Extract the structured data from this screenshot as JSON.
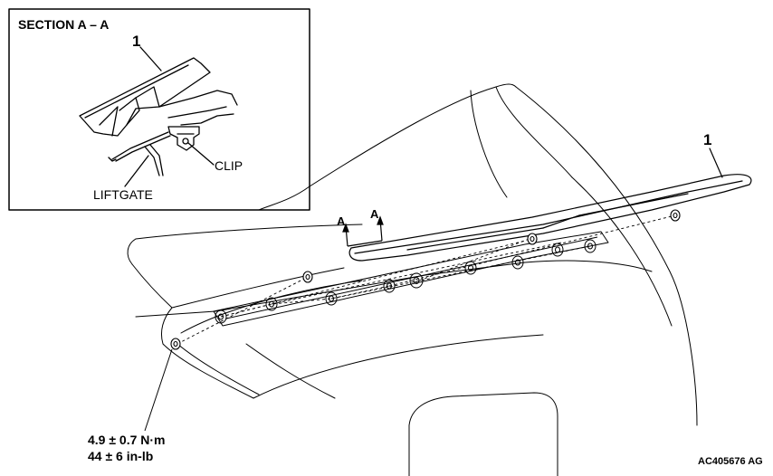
{
  "inset": {
    "title": "SECTION A – A",
    "callout": "1",
    "clip_label": "CLIP",
    "liftgate_label": "LIFTGATE"
  },
  "main": {
    "callout": "1",
    "section_marks": [
      "A",
      "A"
    ],
    "torque": {
      "metric": "4.9 ± 0.7 N·m",
      "imperial": "44 ± 6 in-lb"
    },
    "figure_code": "AC405676 AG"
  }
}
